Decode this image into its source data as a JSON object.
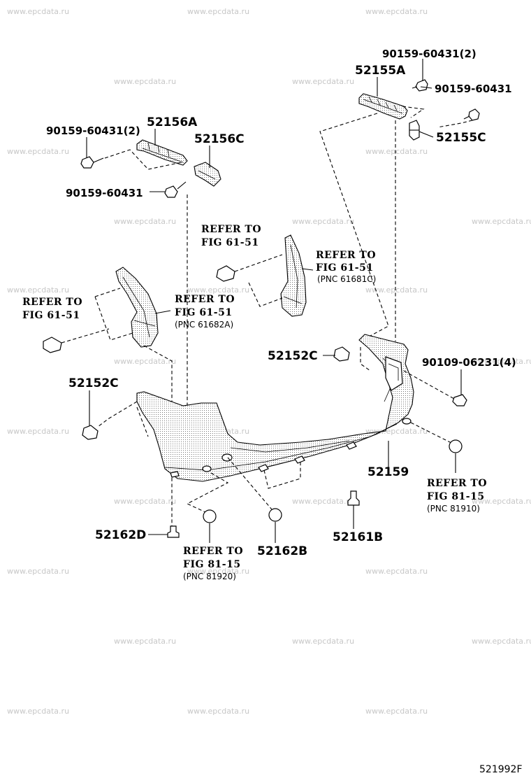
{
  "watermark": "www.epcdata.ru",
  "diagram_code": "521992F",
  "parts": {
    "p90159_60431_2_top": "90159-60431(2)",
    "p52155A": "52155A",
    "p90159_60431_top": "90159-60431",
    "p52155C": "52155C",
    "p90159_60431_2_left": "90159-60431(2)",
    "p52156A": "52156A",
    "p52156C": "52156C",
    "p90159_60431_left": "90159-60431",
    "p52152C_mid": "52152C",
    "p90109_06231_4": "90109-06231(4)",
    "p52152C_left": "52152C",
    "p52159": "52159",
    "p52162D": "52162D",
    "p52162B": "52162B",
    "p52161B": "52161B"
  },
  "refs": {
    "ref1": {
      "line1": "REFER TO",
      "line2": "FIG 61-51",
      "pnc": ""
    },
    "ref2": {
      "line1": "REFER TO",
      "line2": "FIG 61-51",
      "pnc": "(PNC 61681C)"
    },
    "ref3": {
      "line1": "REFER TO",
      "line2": "FIG 61-51",
      "pnc": ""
    },
    "ref4": {
      "line1": "REFER TO",
      "line2": "FIG 61-51",
      "pnc": "(PNC 61682A)"
    },
    "ref5": {
      "line1": "REFER TO",
      "line2": "FIG 81-15",
      "pnc": "(PNC 81910)"
    },
    "ref6": {
      "line1": "REFER TO",
      "line2": "FIG 81-15",
      "pnc": "(PNC 81920)"
    }
  }
}
